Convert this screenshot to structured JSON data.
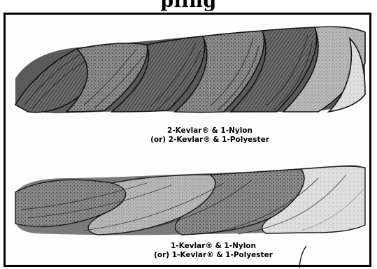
{
  "header": {
    "title_fragment": "pling"
  },
  "diagram": {
    "rope_top": {
      "caption_line1": "2-Kevlar® & 1-Nylon",
      "caption_line2": "(or) 2-Kevlar® & 1-Polyester"
    },
    "rope_bottom": {
      "caption_line1": "1-Kevlar® & 1-Nylon",
      "caption_line2": "(or) 1-Kevlar® & 1-Polyester"
    }
  },
  "colors": {
    "ink": "#000000",
    "strand_dark": "#4a4a4a",
    "strand_mid": "#7a7a7a",
    "strand_light": "#a8a8a8",
    "paper": "#fdfdfd"
  }
}
